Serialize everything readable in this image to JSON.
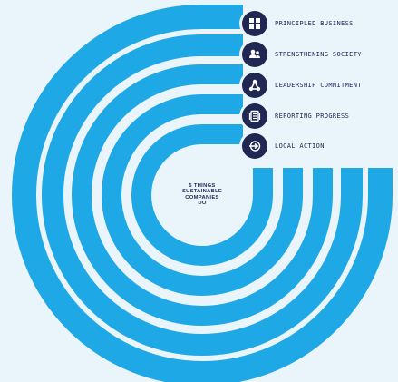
{
  "colors": {
    "background": "#e9f4fb",
    "band": "#1ea8e6",
    "icon_bg": "#1f2752",
    "text": "#1f2752"
  },
  "center": {
    "lines": [
      "5 THINGS",
      "SUSTAINABLE",
      "COMPANIES",
      "DO"
    ]
  },
  "items": [
    {
      "label": "PRINCIPLED BUSINESS",
      "icon": "grid-icon"
    },
    {
      "label": "STRENGTHENING SOCIETY",
      "icon": "people-icon"
    },
    {
      "label": "LEADERSHIP COMMITMENT",
      "icon": "network-icon"
    },
    {
      "label": "REPORTING PROGRESS",
      "icon": "report-icon"
    },
    {
      "label": "LOCAL ACTION",
      "icon": "arrow-target-icon"
    }
  ]
}
